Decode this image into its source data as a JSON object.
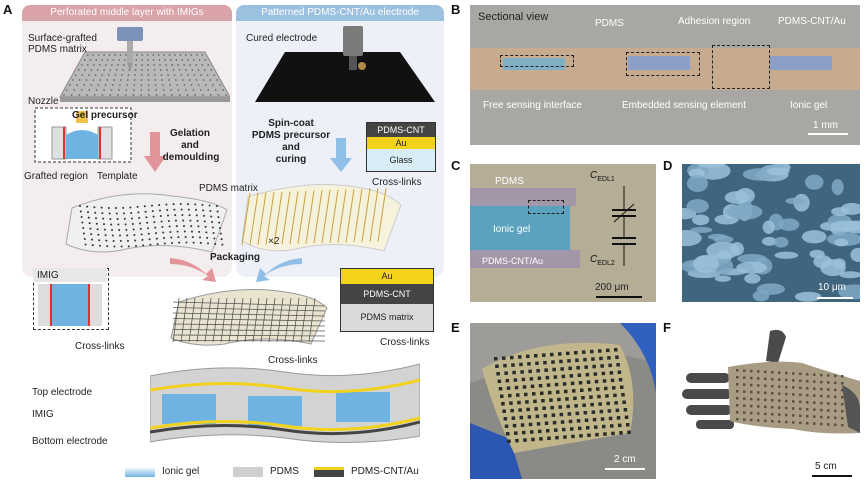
{
  "panel_letters": {
    "A": "A",
    "B": "B",
    "C": "C",
    "D": "D",
    "E": "E",
    "F": "F"
  },
  "panelA": {
    "banner_left": "Perforated middle layer with IMIGs",
    "banner_right": "Patterned PDMS-CNT/Au electrode",
    "surface_grafted": "Surface-grafted",
    "pdms_matrix_top": "PDMS matrix",
    "nozzle": "Nozzle",
    "gel_precursor": "Gel precursor",
    "grafted_region": "Grafted region",
    "template": "Template",
    "gelation": "Gelation",
    "and": "and",
    "demoulding": "demoulding",
    "cured_electrode": "Cured electrode",
    "spin_coat_1": "Spin-coat",
    "spin_coat_2": "PDMS precursor",
    "spin_coat_3": "and",
    "spin_coat_4": "curing",
    "layer_pdms_cnt": "PDMS-CNT",
    "layer_au": "Au",
    "layer_glass": "Glass",
    "cross_links_1": "Cross-links",
    "pdms_matrix_mid": "PDMS matrix",
    "times2": "×2",
    "packaging": "Packaging",
    "imig": "IMIG",
    "cross_links_2": "Cross-links",
    "inset2_au": "Au",
    "inset2_cnt": "PDMS-CNT",
    "inset2_matrix": "PDMS matrix",
    "cross_links_3": "Cross-links",
    "cross_links_4": "Cross-links",
    "top_electrode": "Top electrode",
    "imig_bottom": "IMIG",
    "bottom_electrode": "Bottom electrode",
    "legend": [
      "Ionic gel",
      "PDMS",
      "PDMS-CNT/Au"
    ]
  },
  "panelB": {
    "title": "Sectional view",
    "pdms": "PDMS",
    "adhesion": "Adhesion region",
    "cnt_au": "PDMS-CNT/Au",
    "free_sensing": "Free sensing interface",
    "embedded": "Embedded sensing element",
    "ionic_gel": "Ionic gel",
    "scale": "1 mm"
  },
  "panelC": {
    "pdms": "PDMS",
    "ionic_gel": "Ionic gel",
    "cnt_au": "PDMS-CNT/Au",
    "cedl1_c": "C",
    "cedl1_sub": "EDL1",
    "cedl2_c": "C",
    "cedl2_sub": "EDL2",
    "scale": "200 μm"
  },
  "panelD": {
    "scale": "10 μm"
  },
  "panelE": {
    "scale": "2 cm"
  },
  "panelF": {
    "scale": "5 cm"
  },
  "colors": {
    "banner_left": "#d9a3a8",
    "banner_right": "#9cc0e0",
    "ionic_gel": "#6fb3e3",
    "pdms": "#cfcfcf",
    "au": "#f2d21b",
    "cnt": "#444444",
    "sem": "#5e8fb0"
  }
}
